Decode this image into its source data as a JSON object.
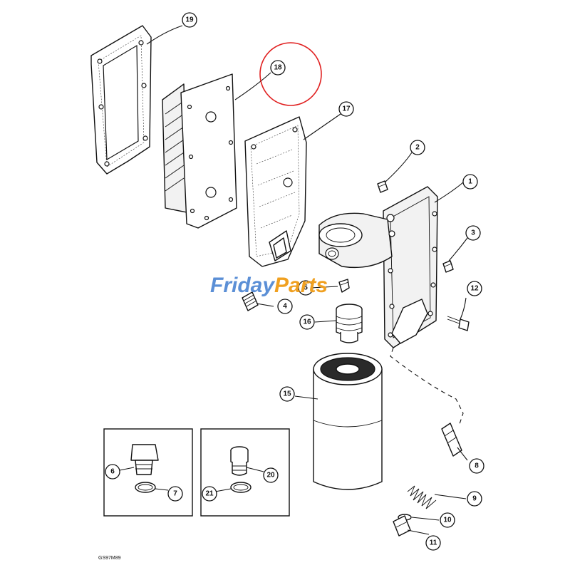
{
  "watermark": {
    "text_a": "Friday",
    "text_b": "Parts",
    "color_a": "#5b8fd6",
    "color_b": "#f0a020"
  },
  "reference_code": "GS97M89",
  "highlight_color": "#e02020",
  "callouts": [
    "1",
    "2",
    "3",
    "4",
    "5",
    "6",
    "7",
    "8",
    "9",
    "10",
    "11",
    "12",
    "15",
    "16",
    "17",
    "18",
    "19",
    "20",
    "21"
  ]
}
